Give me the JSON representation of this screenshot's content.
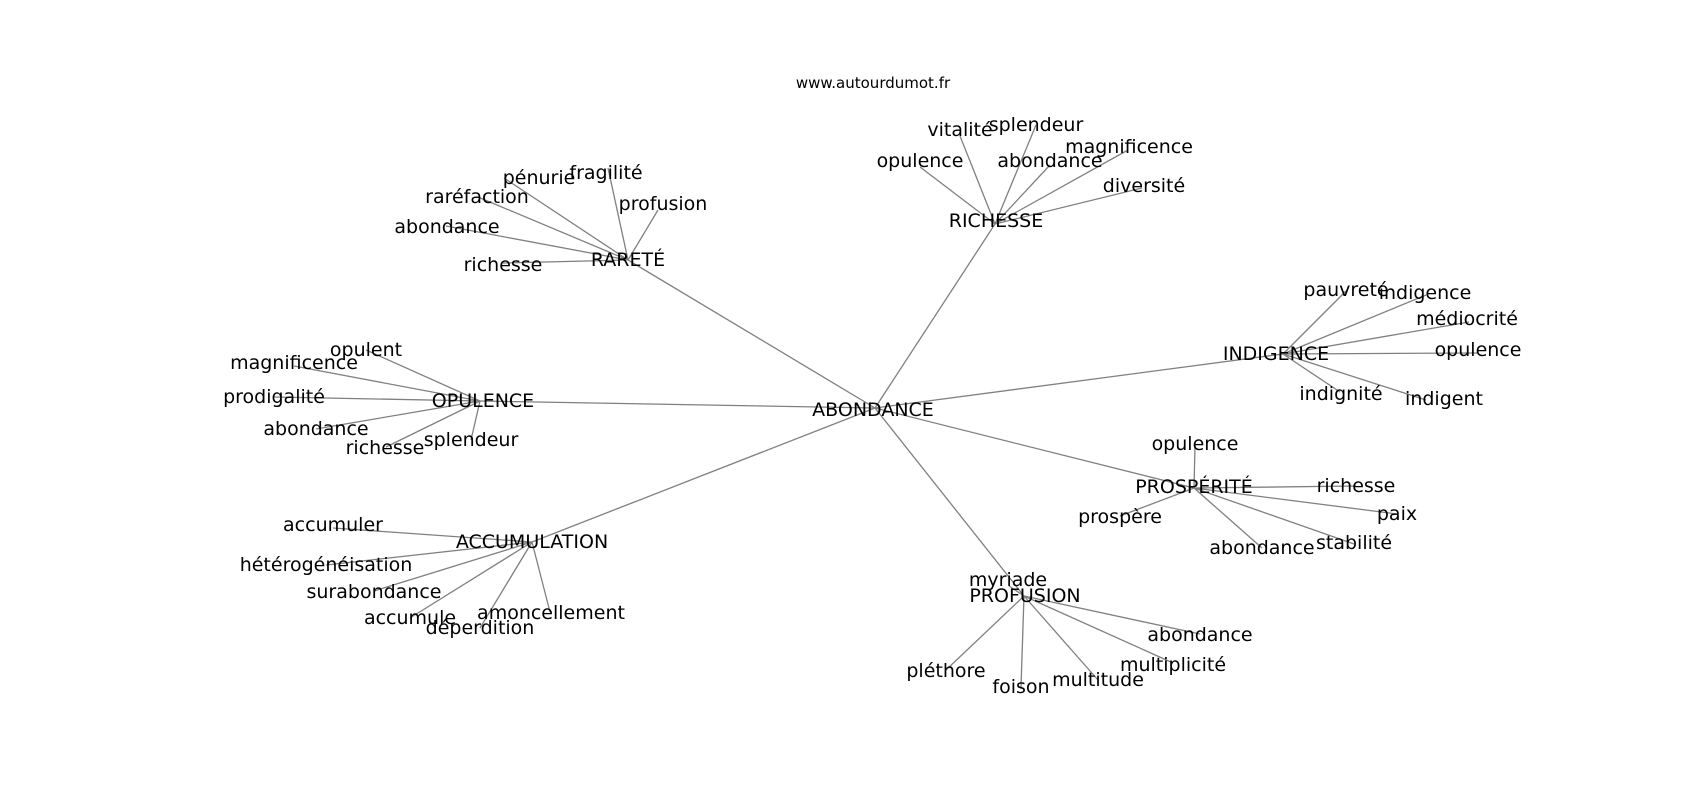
{
  "site": "www.autourdumot.fr",
  "colors": {
    "edge": "#808080",
    "text": "#000000",
    "background": "#ffffff"
  },
  "center": "ABONDANCE",
  "groups": [
    {
      "id": "rarete",
      "label": "RARETÉ",
      "words": [
        "pénurie",
        "fragilité",
        "raréfaction",
        "profusion",
        "abondance",
        "richesse"
      ]
    },
    {
      "id": "richesse",
      "label": "RICHESSE",
      "words": [
        "vitalité",
        "splendeur",
        "magnificence",
        "opulence",
        "abondance",
        "diversité"
      ]
    },
    {
      "id": "indigence",
      "label": "INDIGENCE",
      "words": [
        "pauvreté",
        "indigence",
        "médiocrité",
        "opulence",
        "indignité",
        "indigent"
      ]
    },
    {
      "id": "opulence",
      "label": "OPULENCE",
      "words": [
        "opulent",
        "magnificence",
        "prodigalité",
        "abondance",
        "richesse",
        "splendeur"
      ]
    },
    {
      "id": "prosperite",
      "label": "PROSPÉRITÉ",
      "words": [
        "opulence",
        "richesse",
        "prospère",
        "paix",
        "abondance",
        "stabilité"
      ]
    },
    {
      "id": "accumulation",
      "label": "ACCUMULATION",
      "words": [
        "accumuler",
        "hétérogénéisation",
        "surabondance",
        "accumule",
        "amoncellement",
        "déperdition"
      ]
    },
    {
      "id": "profusion",
      "label": "PROFUSION",
      "words": [
        "myriade",
        "abondance",
        "multiplicité",
        "pléthore",
        "foison",
        "multitude"
      ]
    }
  ]
}
